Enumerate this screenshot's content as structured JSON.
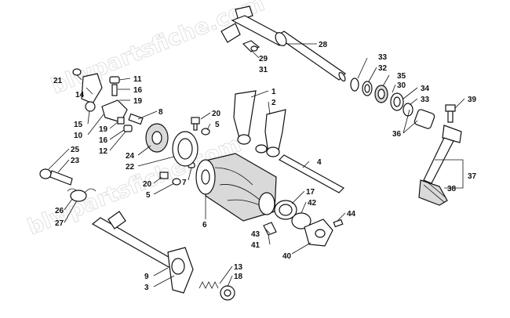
{
  "watermark": "blwpartsfiche.com",
  "callouts": [
    {
      "id": "c1",
      "text": "1"
    },
    {
      "id": "c2",
      "text": "2"
    },
    {
      "id": "c3",
      "text": "3"
    },
    {
      "id": "c4",
      "text": "4"
    },
    {
      "id": "c5a",
      "text": "5"
    },
    {
      "id": "c5b",
      "text": "5"
    },
    {
      "id": "c6",
      "text": "6"
    },
    {
      "id": "c7",
      "text": "7"
    },
    {
      "id": "c8",
      "text": "8"
    },
    {
      "id": "c9",
      "text": "9"
    },
    {
      "id": "c10",
      "text": "10"
    },
    {
      "id": "c11",
      "text": "11"
    },
    {
      "id": "c12",
      "text": "12"
    },
    {
      "id": "c13",
      "text": "13"
    },
    {
      "id": "c14",
      "text": "14"
    },
    {
      "id": "c15",
      "text": "15"
    },
    {
      "id": "c16a",
      "text": "16"
    },
    {
      "id": "c16b",
      "text": "16"
    },
    {
      "id": "c17",
      "text": "17"
    },
    {
      "id": "c18",
      "text": "18"
    },
    {
      "id": "c19a",
      "text": "19"
    },
    {
      "id": "c19b",
      "text": "19"
    },
    {
      "id": "c20a",
      "text": "20"
    },
    {
      "id": "c20b",
      "text": "20"
    },
    {
      "id": "c21",
      "text": "21"
    },
    {
      "id": "c22",
      "text": "22"
    },
    {
      "id": "c23",
      "text": "23"
    },
    {
      "id": "c24",
      "text": "24"
    },
    {
      "id": "c25",
      "text": "25"
    },
    {
      "id": "c26",
      "text": "26"
    },
    {
      "id": "c27",
      "text": "27"
    },
    {
      "id": "c28",
      "text": "28"
    },
    {
      "id": "c29",
      "text": "29"
    },
    {
      "id": "c30",
      "text": "30"
    },
    {
      "id": "c31",
      "text": "31"
    },
    {
      "id": "c32",
      "text": "32"
    },
    {
      "id": "c33a",
      "text": "33"
    },
    {
      "id": "c33b",
      "text": "33"
    },
    {
      "id": "c34",
      "text": "34"
    },
    {
      "id": "c35",
      "text": "35"
    },
    {
      "id": "c36",
      "text": "36"
    },
    {
      "id": "c37",
      "text": "37"
    },
    {
      "id": "c38",
      "text": "38"
    },
    {
      "id": "c39",
      "text": "39"
    },
    {
      "id": "c40",
      "text": "40"
    },
    {
      "id": "c41",
      "text": "41"
    },
    {
      "id": "c42",
      "text": "42"
    },
    {
      "id": "c43",
      "text": "43"
    },
    {
      "id": "c44",
      "text": "44"
    }
  ]
}
